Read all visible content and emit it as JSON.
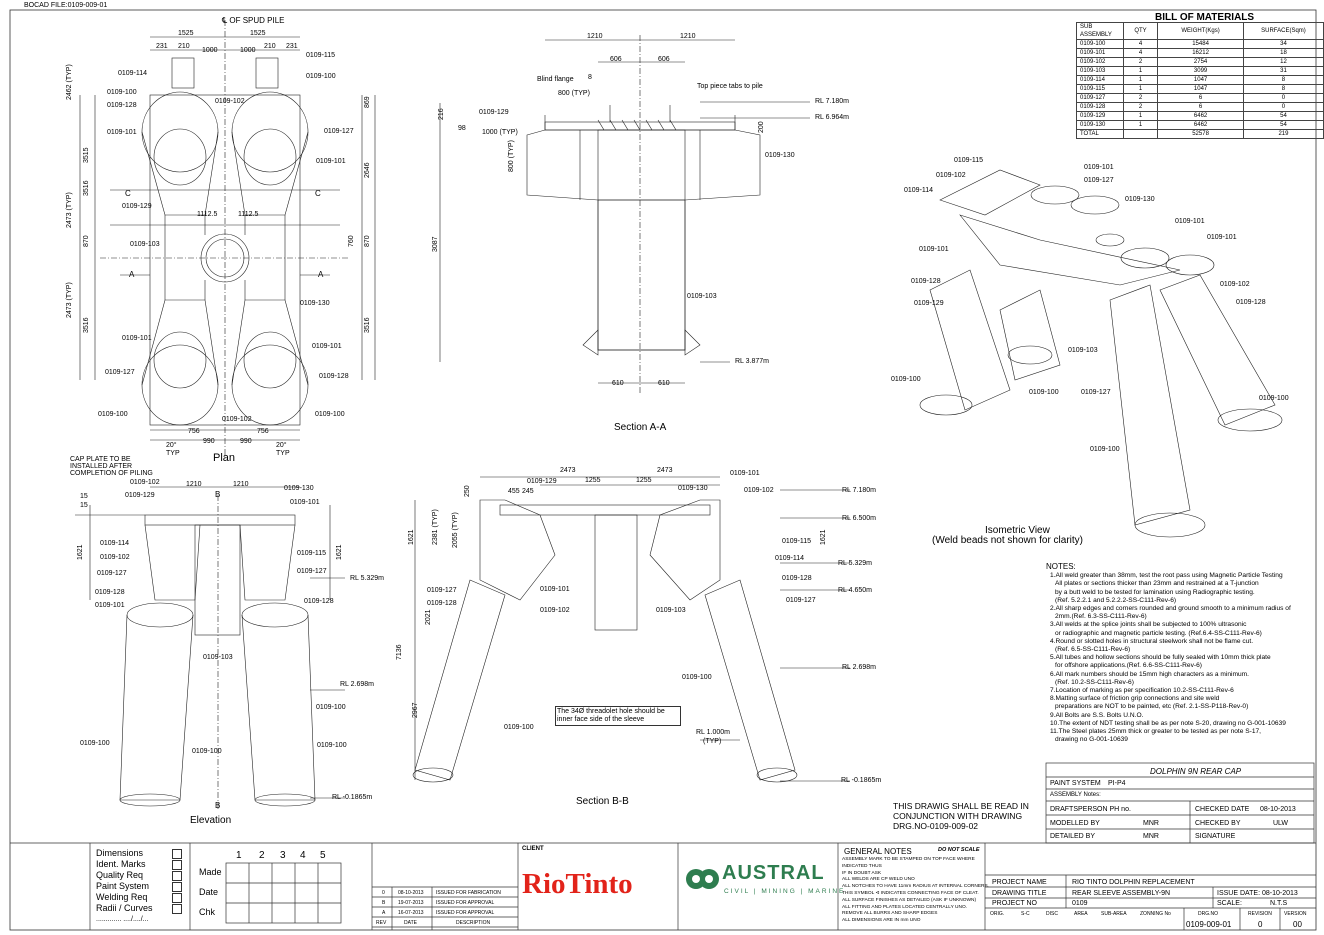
{
  "header": {
    "file_ref": "BOCAD FILE:0109-009-01"
  },
  "bom": {
    "title": "BILL OF MATERIALS",
    "columns": [
      "SUB ASSEMBLY",
      "QTY",
      "WEIGHT(Kgs)",
      "SURFACE(Sqm)"
    ],
    "rows": [
      [
        "0109-100",
        "4",
        "15484",
        "34"
      ],
      [
        "0109-101",
        "4",
        "16212",
        "18"
      ],
      [
        "0109-102",
        "2",
        "2754",
        "12"
      ],
      [
        "0109-103",
        "1",
        "3099",
        "31"
      ],
      [
        "0109-114",
        "1",
        "1047",
        "8"
      ],
      [
        "0109-115",
        "1",
        "1047",
        "8"
      ],
      [
        "0109-127",
        "2",
        "6",
        "0"
      ],
      [
        "0109-128",
        "2",
        "6",
        "0"
      ],
      [
        "0109-129",
        "1",
        "6462",
        "54"
      ],
      [
        "0109-130",
        "1",
        "6462",
        "54"
      ],
      [
        "TOTAL",
        "",
        "52578",
        "219"
      ]
    ]
  },
  "views": {
    "plan": "Plan",
    "section_aa": "Section A-A",
    "isometric": "Isometric View",
    "isometric_sub": "(Weld beads not shown for clarity)",
    "elevation": "Elevation",
    "section_bb": "Section B-B"
  },
  "plan": {
    "spud_pile": "℄ OF SPUD PILE",
    "dims_top": [
      "1525",
      "1525",
      "231",
      "210",
      "1000",
      "1000",
      "210",
      "231"
    ],
    "dims_bottom": [
      "756",
      "756",
      "990",
      "990"
    ],
    "angle_left": "20°",
    "angle_right": "20°",
    "typ": "TYP",
    "dim_1112_l": "1112.5",
    "dim_1112_r": "1112.5",
    "dims_left": [
      "2462 (TYP)",
      "3515",
      "3516",
      "2473 (TYP)",
      "870",
      "2473 (TYP)",
      "3516"
    ],
    "dims_right": [
      "869",
      "2646",
      "760",
      "870",
      "3516"
    ],
    "sec_a": "A",
    "sec_c": "C",
    "tags": [
      "0109-114",
      "0109-100",
      "0109-128",
      "0109-101",
      "0109-129",
      "0109-103",
      "0109-101",
      "0109-127",
      "0109-100",
      "0109-102",
      "0109-115",
      "0109-100",
      "0109-127",
      "0109-101",
      "0109-130",
      "0109-101",
      "0109-128",
      "0109-100",
      "0109-102"
    ]
  },
  "section_aa": {
    "dims": [
      "1210",
      "1210",
      "606",
      "606",
      "800 (TYP)",
      "216",
      "98",
      "1000 (TYP)",
      "800 (TYP)",
      "200",
      "3087",
      "610",
      "610",
      "8"
    ],
    "blind_flange": "Blind flange",
    "top_piece": "Top piece tabs to pile",
    "rl": [
      "RL 7.180m",
      "RL 6.964m",
      "RL 3.877m"
    ],
    "tags": [
      "0109-129",
      "0109-130",
      "0109-103"
    ]
  },
  "elevation": {
    "cap_note": "CAP PLATE TO BE INSTALLED AFTER COMPLETION OF PILING",
    "dims": [
      "1210",
      "1210",
      "15",
      "15",
      "1621",
      "1621"
    ],
    "sec_b": "B",
    "rl": [
      "RL 5.329m",
      "RL 2.698m",
      "RL -0.1865m"
    ],
    "tags": [
      "0109-102",
      "0109-129",
      "0109-130",
      "0109-101",
      "0109-114",
      "0109-102",
      "0109-127",
      "0109-128",
      "0109-101",
      "0109-115",
      "0109-127",
      "0109-128",
      "0109-103",
      "0109-100",
      "0109-100",
      "0109-100",
      "0109-100"
    ]
  },
  "section_bb": {
    "dims": [
      "2473",
      "2473",
      "1255",
      "1255",
      "455",
      "245",
      "250",
      "2381 (TYP)",
      "2055 (TYP)",
      "1621",
      "2021",
      "7136",
      "2967",
      "1621"
    ],
    "note": "The 34Ø threadolet hole should be inner face side of the sleeve",
    "rl": [
      "RL 7.180m",
      "RL 6.500m",
      "RL 5.329m",
      "RL 4.650m",
      "RL 2.698m",
      "RL 1.000m",
      "(TYP)",
      "RL -0.1865m"
    ],
    "tags": [
      "0109-129",
      "0109-130",
      "0109-101",
      "0109-102",
      "0109-115",
      "0109-114",
      "0109-128",
      "0109-127",
      "0109-127",
      "0109-128",
      "0109-101",
      "0109-102",
      "0109-103",
      "0109-100",
      "0109-100"
    ]
  },
  "isometric": {
    "tags": [
      "0109-115",
      "0109-102",
      "0109-114",
      "0109-101",
      "0109-128",
      "0109-129",
      "0109-100",
      "0109-101",
      "0109-127",
      "0109-130",
      "0109-101",
      "0109-101",
      "0109-102",
      "0109-128",
      "0109-103",
      "0109-100",
      "0109-127",
      "0109-100",
      "0109-100"
    ]
  },
  "notes": {
    "title": "NOTES:",
    "items": [
      "1.All weld greater than 38mm, test the root pass using Magnetic Particle Testing",
      "All plates or sections thicker than 23mm and restrained at a T-junction",
      "by a butt weld to be tested for lamination using Radiographic testing.",
      "(Ref. 5.2.2.1 and 5.2.2.2-SS-C111-Rev-6)",
      "2.All sharp edges and corners rounded and ground smooth to a minimum radius of",
      "2mm.(Ref. 6.3-SS-C111-Rev-6)",
      "3.All welds at the splice joints shall be subjected to 100% ultrasonic",
      "or radiographic and magnetic particle testing. (Ref.6.4-SS-C111-Rev-6)",
      "4.Round or slotted holes in structural steelwork shall not be flame cut.",
      "(Ref. 6.5-SS-C111-Rev-6)",
      "5.All tubes and hollow sections should be fully sealed with 10mm thick plate",
      "for offshore applications.(Ref. 6.6-SS-C111-Rev-6)",
      "6.All mark numbers should be 15mm high characters as a minimum.",
      "(Ref. 10.2-SS-C111-Rev-6)",
      "7.Location of marking as per specification 10.2-SS-C111-Rev-6",
      "8.Matting surface of friction grip connections and site weld",
      "preparations are NOT to be painted, etc (Ref. 2.1-SS-P118-Rev-0)",
      "9.All Bolts are S.S. Bolts U.N.O.",
      "10.The extent of NDT testing shall be as per note S-20, drawing no G-001-10639",
      "11.The Steel plates 25mm thick or greater to be tested as per note S-17,",
      "drawing no G-001-10639"
    ]
  },
  "read_note": [
    "THIS DRAWIG SHALL BE READ IN",
    "CONJUNCTION WITH DRAWING",
    "DRG.NO-0109-009-02"
  ],
  "info_block": {
    "title": "DOLPHIN 9N REAR CAP",
    "paint_system_label": "PAINT SYSTEM",
    "paint_system": "PI-P4",
    "assembly_notes": "ASSEMBLY Notes:",
    "draftsperson": "DRAFTSPERSON PH no.",
    "checked_date_label": "CHECKED DATE",
    "checked_date": "08-10-2013",
    "modelled_by_label": "MODELLED BY",
    "modelled_by": "MNR",
    "checked_by_label": "CHECKED BY",
    "checked_by": "ULW",
    "detailed_by_label": "DETAILED BY",
    "detailed_by": "MNR",
    "signature_label": "SIGNATURE",
    "do_not_scale": "DO NOT SCALE"
  },
  "checklist": {
    "items": [
      "Dimensions",
      "Ident. Marks",
      "Quality Req",
      "Paint System",
      "Welding Req",
      "Radii / Curves",
      "............. ..../..../..."
    ],
    "numbers": [
      "1",
      "2",
      "3",
      "4",
      "5"
    ],
    "rows": [
      "Made",
      "Date",
      "Chk"
    ]
  },
  "revisions": {
    "rows": [
      [
        "0",
        "08-10-2013",
        "ISSUED FOR FABRICATION"
      ],
      [
        "B",
        "19-07-2013",
        "ISSUED FOR APPROVAL"
      ],
      [
        "A",
        "16-07-2013",
        "ISSUED FOR APPROVAL"
      ]
    ],
    "headers": [
      "REV",
      "DATE",
      "DESCRIPTION"
    ]
  },
  "client": {
    "label": "CLIENT",
    "name": "RioTinto",
    "company": "AUSTRAL",
    "company_sub": "CIVIL | MINING | MARINE"
  },
  "general_notes": {
    "title": "GENERAL NOTES",
    "lines": [
      "ASSEMBLY MARK TO BE STAMPED ON TOP FACE WHERE",
      "INDICATED THUS",
      "IF IN DOUBT ASK",
      "ALL WELDS ARE CP WELD UNO",
      "ALL NOTCHES TO HAVE 11mm RADIUS AT INTERNAL CORNERS.",
      "THIS SYMBOL ⊲ INDICATES CONNECTING FACE OF CLEAT.",
      "ALL SURFACE FINISHES AS DETAILED (ASK IF UNKNOWN)",
      "ALL FITTING AND PLATES LOCATED CENTRALLY UNO.",
      "REMOVE ALL BURRS AND SHARP EDGES",
      "ALL DIMENSIONS ARE IN mm UNO"
    ]
  },
  "title_block": {
    "project_name_label": "PROJECT NAME",
    "project_name": "RIO TINTO DOLPHIN REPLACEMENT",
    "drawing_title_label": "DRAWING TITLE",
    "drawing_title": "REAR SLEEVE ASSEMBLY-9N",
    "issue_date": "ISSUE DATE: 08-10-2013",
    "project_no_label": "PROJECT NO",
    "project_no": "0109",
    "scale": "SCALE:",
    "scale_val": "N.T.S",
    "headers": [
      "ORIG.",
      "S-C",
      "DISC",
      "AREA",
      "SUB-AREA",
      "ZONNING No",
      "DRG.NO",
      "REVISION",
      "VERSION"
    ],
    "drg_no": "0109-009-01",
    "revision": "0",
    "version": "00"
  },
  "colors": {
    "line": "#222222",
    "brand_red": "#e2231a",
    "brand_green": "#2e7d4f"
  }
}
